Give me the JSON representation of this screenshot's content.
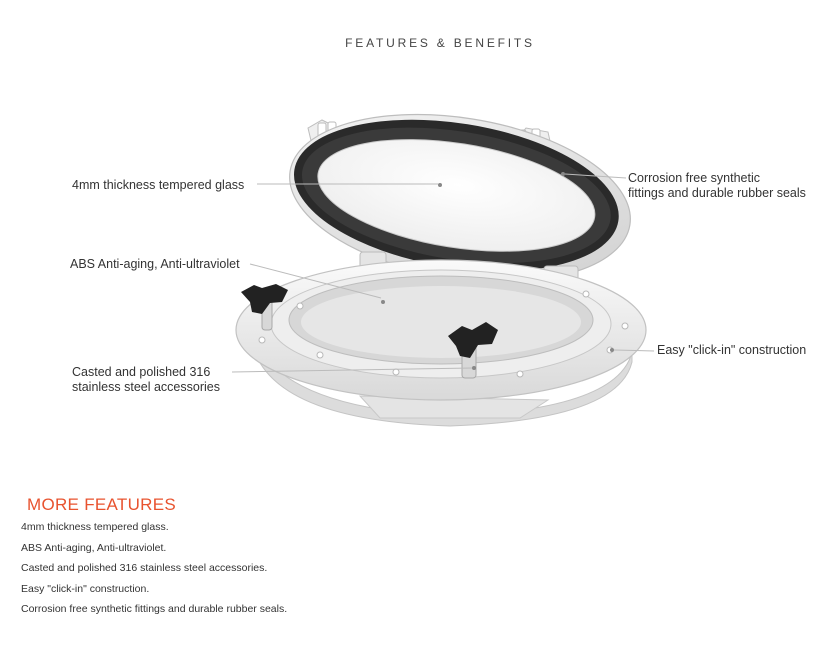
{
  "page_title": "FEATURES & BENEFITS",
  "callouts": {
    "glass": "4mm thickness tempered glass",
    "abs": "ABS Anti-aging, Anti-ultraviolet",
    "steel_line1": "Casted and polished 316",
    "steel_line2": "stainless steel accessories",
    "seals_line1": "Corrosion free synthetic",
    "seals_line2": "fittings and durable rubber seals",
    "clickin": "Easy \"click-in\" construction"
  },
  "more_features": {
    "title": "MORE FEATURES",
    "items": [
      "4mm thickness tempered glass.",
      "ABS Anti-aging, Anti-ultraviolet.",
      "Casted and polished 316 stainless steel accessories.",
      "Easy \"click-in\" construction.",
      "Corrosion free synthetic fittings and durable rubber seals."
    ]
  },
  "colors": {
    "accent": "#e8532f",
    "seal": "#2a2a2a",
    "body": "#f2f2f2",
    "leader_line": "#bbbbbb"
  }
}
